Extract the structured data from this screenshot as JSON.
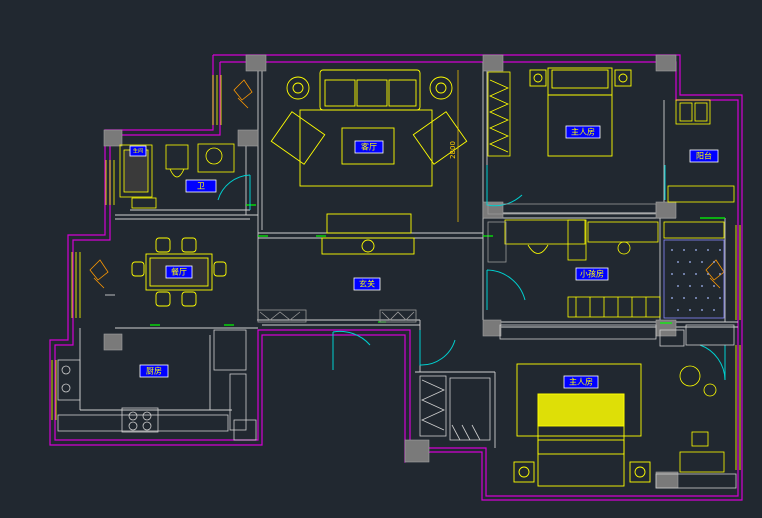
{
  "colors": {
    "background": "#212830",
    "outer_wall": "#d400d4",
    "furniture": "#ffff00",
    "door_swing": "#00d0d0",
    "column": "#7a7a7a",
    "wall_line": "#d0d0d0",
    "cabinet": "#9a9a9a",
    "window": "#00ff00",
    "label_box": "#0000ff",
    "dimension": "#ffcc00"
  },
  "rooms": {
    "living": "客厅",
    "master_bedroom_top": "主人房",
    "balcony": "阳台",
    "bathroom": "卫",
    "bathroom_suffix": "生间",
    "dining": "餐厅",
    "hall": "玄关",
    "study": "小孩房",
    "kitchen": "厨房",
    "master_bedroom_bottom": "主人房"
  },
  "dimension_text": "2800",
  "icons": [
    "sofa-icon",
    "bed-icon",
    "dining-table-icon",
    "toilet-icon",
    "plant-icon",
    "tv-cabinet-icon",
    "washing-machine-icon",
    "desk-icon"
  ]
}
